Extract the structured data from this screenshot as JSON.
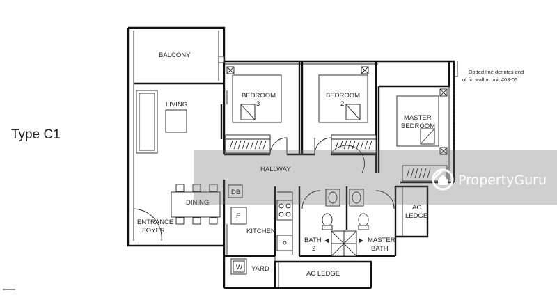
{
  "plan": {
    "type_label": "Type C1",
    "note_line1": "Dotted line denotes end",
    "note_line2": "of fin wall at unit #03-06"
  },
  "rooms": {
    "balcony": "BALCONY",
    "living": "LIVING",
    "bedroom3_line1": "BEDROOM",
    "bedroom3_line2": "3",
    "bedroom2_line1": "BEDROOM",
    "bedroom2_line2": "2",
    "master_line1": "MASTER",
    "master_line2": "BEDROOM",
    "hallway": "HALLWAY",
    "dining": "DINING",
    "db": "DB",
    "fridge": "F",
    "kitchen": "KITCHEN",
    "foyer_line1": "ENTRANCE",
    "foyer_line2": "FOYER",
    "bath2_line1": "BATH",
    "bath2_line2": "2",
    "masterbath_line1": "MASTER",
    "masterbath_line2": "BATH",
    "ac_ledge_right_line1": "AC",
    "ac_ledge_right_line2": "LEDGE",
    "ac_ledge_bottom": "AC LEDGE",
    "washer": "W",
    "yard": "YARD"
  },
  "watermark": {
    "text": "PropertyGuru"
  }
}
